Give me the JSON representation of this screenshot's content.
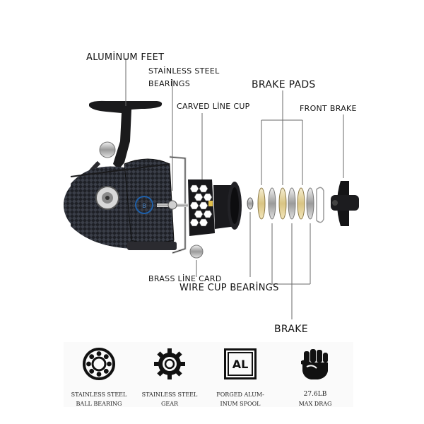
{
  "labels": {
    "aluminum_feet": "ALUMİNUM FEET",
    "stainless_bearings_1": "STAİNLESS STEEL",
    "stainless_bearings_2": "BEARİNGS",
    "carved_line_cup": "CARVED LİNE CUP",
    "brake_pads": "BRAKE PADS",
    "front_brake": "FRONT BRAKE",
    "brass_line_card": "BRASS LİNE CARD",
    "wire_cup_bearings": "WIRE CUP BEARİNGS",
    "brake": "BRAKE"
  },
  "features": [
    {
      "icon": "ball-bearing-icon",
      "line1": "STAINLESS STEEL",
      "line2": "BALL BEARING"
    },
    {
      "icon": "gear-icon",
      "line1": "STAINLESS STEEL",
      "line2": "GEAR"
    },
    {
      "icon": "al-badge-icon",
      "badge_text": "AL",
      "line1": "FORGED ALUM-",
      "line2": "INUM SPOOL"
    },
    {
      "icon": "fist-icon",
      "line1": "27.6LB",
      "line2": "MAX DRAG"
    }
  ],
  "colors": {
    "accent": "#1f5fa8",
    "reel_body": "#1b1b1f",
    "pad_gold": "#e8d9a8"
  }
}
